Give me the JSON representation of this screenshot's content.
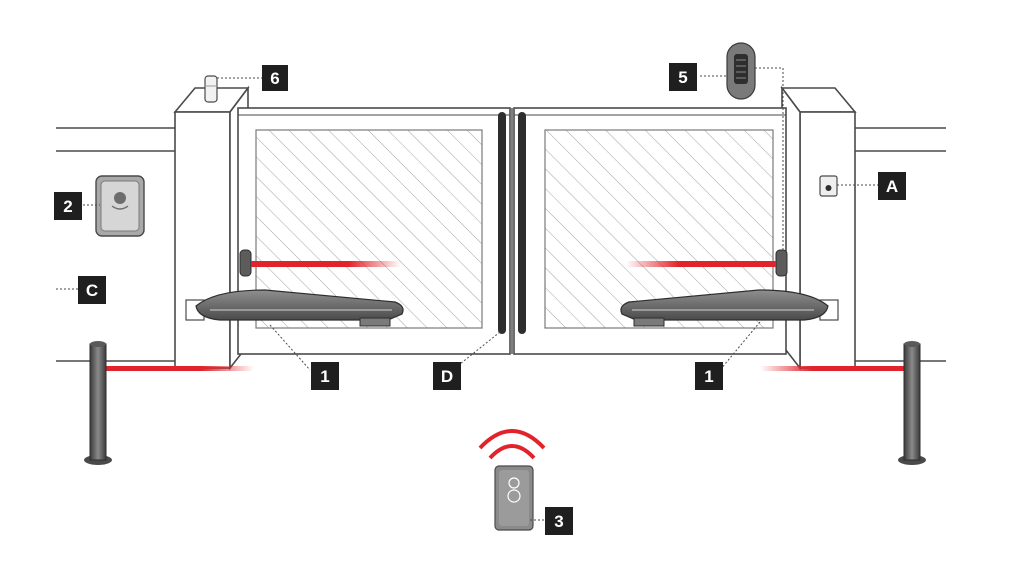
{
  "callouts": {
    "motor_left": "1",
    "control_unit": "2",
    "remote": "3",
    "receiver": "5",
    "flashing_light": "6",
    "motor_right": "1",
    "key_selector": "A",
    "photocells_outer": "C",
    "safety_edge": "D"
  },
  "icons": {
    "motor": "swing-gate-arm-motor-icon",
    "control_box": "control-unit-box-icon",
    "remote": "remote-control-icon",
    "antenna": "receiver-antenna-icon",
    "lamp": "flashing-lamp-icon",
    "selector": "key-selector-icon",
    "photocell": "photocell-icon",
    "column": "photocell-column-icon"
  },
  "colors": {
    "beam": "#e1232b",
    "label_bg": "#1f1f1f",
    "label_text": "#ffffff",
    "outline": "#4a4a4a",
    "hatch": "#9a9a9a",
    "device": "#6d6d6d"
  }
}
